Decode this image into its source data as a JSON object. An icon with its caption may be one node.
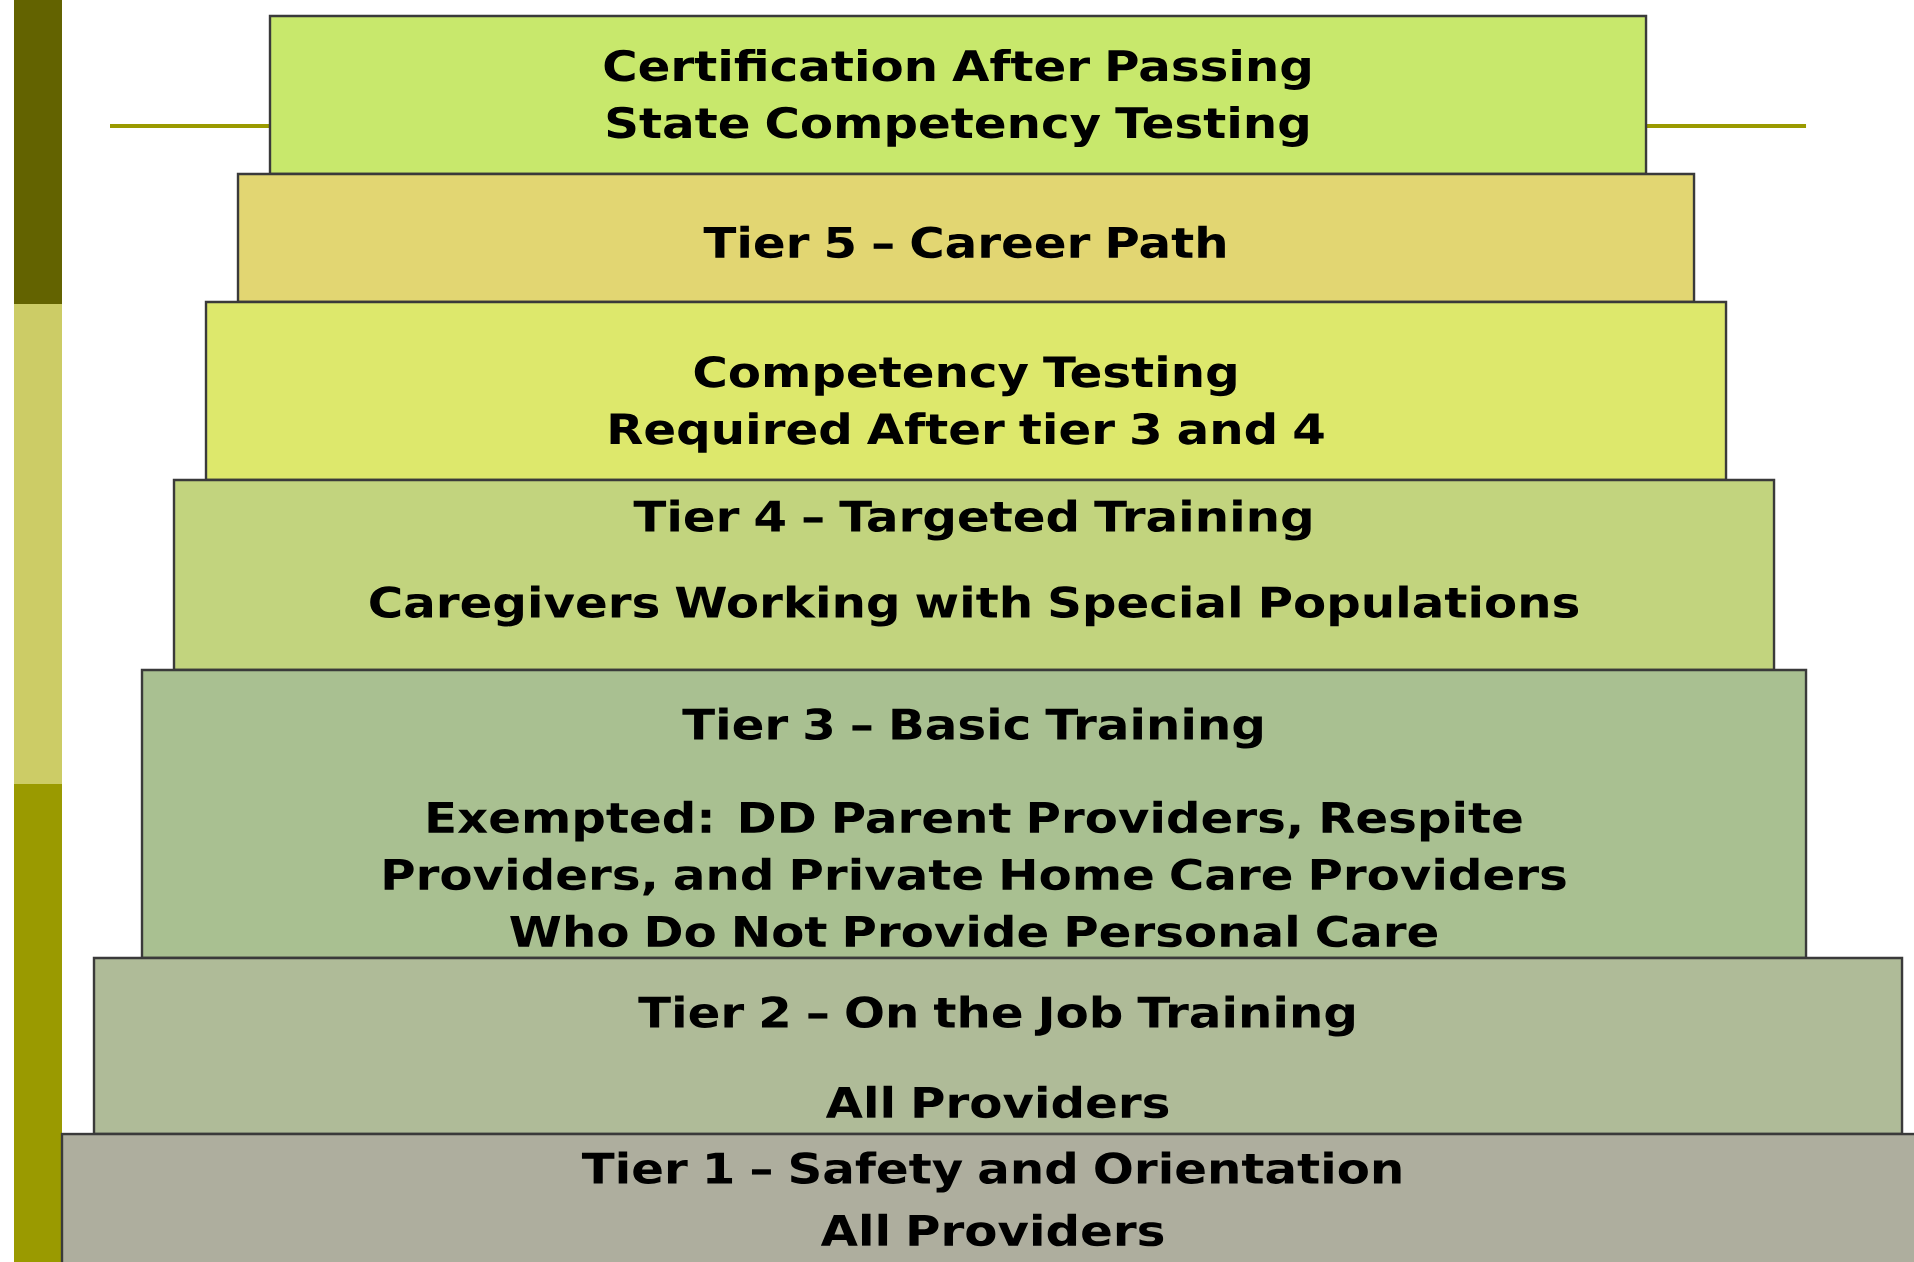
{
  "diagram": {
    "nodes": [
      {
        "text": [
          "Certification After Passing State Competency Testing"
        ]
      },
      {
        "text": [
          "Tier 5 – Career Path"
        ]
      },
      {
        "text": [
          "Competency Testing Required After tier 3 and 4"
        ]
      },
      {
        "text": [
          "Tier 4 – Targeted Training",
          "Caregivers Working with Special Populations"
        ]
      },
      {
        "text": [
          "Tier 3 – Basic Training",
          "Exempted:  DD Parent Providers, Respite Providers, and Private Home Care Providers Who Do Not Provide Personal Care"
        ]
      },
      {
        "text": [
          "Tier 2 – On the Job Training",
          "All Providers"
        ]
      },
      {
        "text": [
          "Tier 1 – Safety and Orientation",
          "All Providers"
        ]
      }
    ]
  }
}
